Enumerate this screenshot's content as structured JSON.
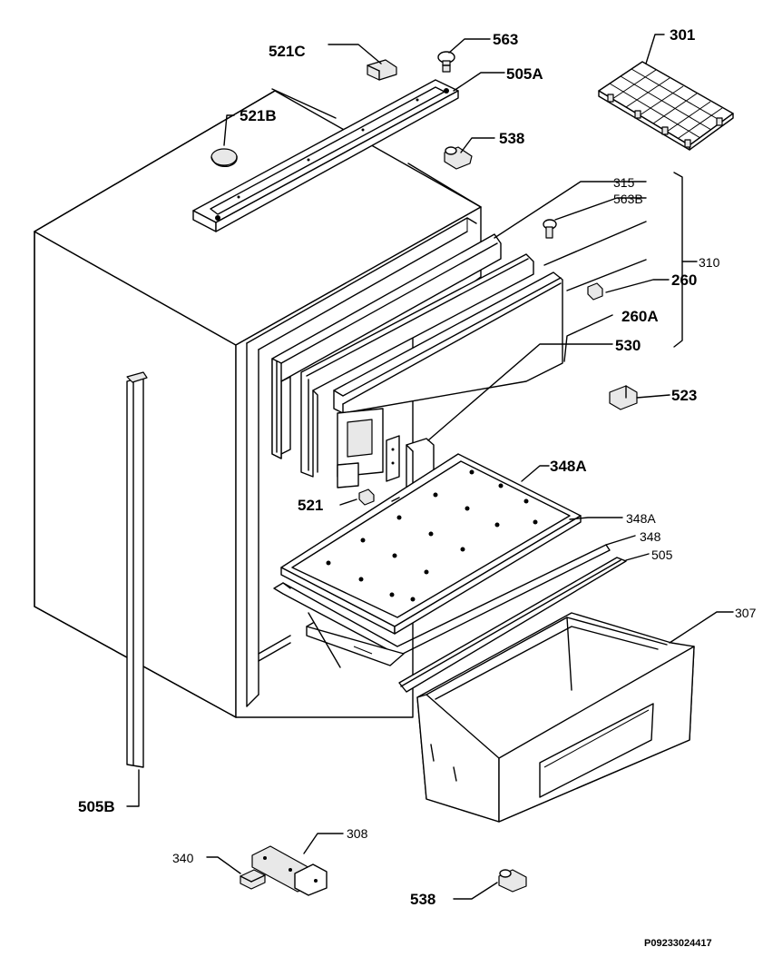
{
  "labels": {
    "p521C": "521C",
    "p563": "563",
    "p301": "301",
    "p505A": "505A",
    "p521B": "521B",
    "p538_top": "538",
    "p315": "315",
    "p563B": "563B",
    "p310": "310",
    "p260": "260",
    "p260A": "260A",
    "p530": "530",
    "p523": "523",
    "p348A_a": "348A",
    "p521": "521",
    "p348A_b": "348A",
    "p348": "348",
    "p505": "505",
    "p307": "307",
    "p505B": "505B",
    "p308": "308",
    "p340": "340",
    "p538_bottom": "538"
  },
  "drawing_code": "P09233024417"
}
